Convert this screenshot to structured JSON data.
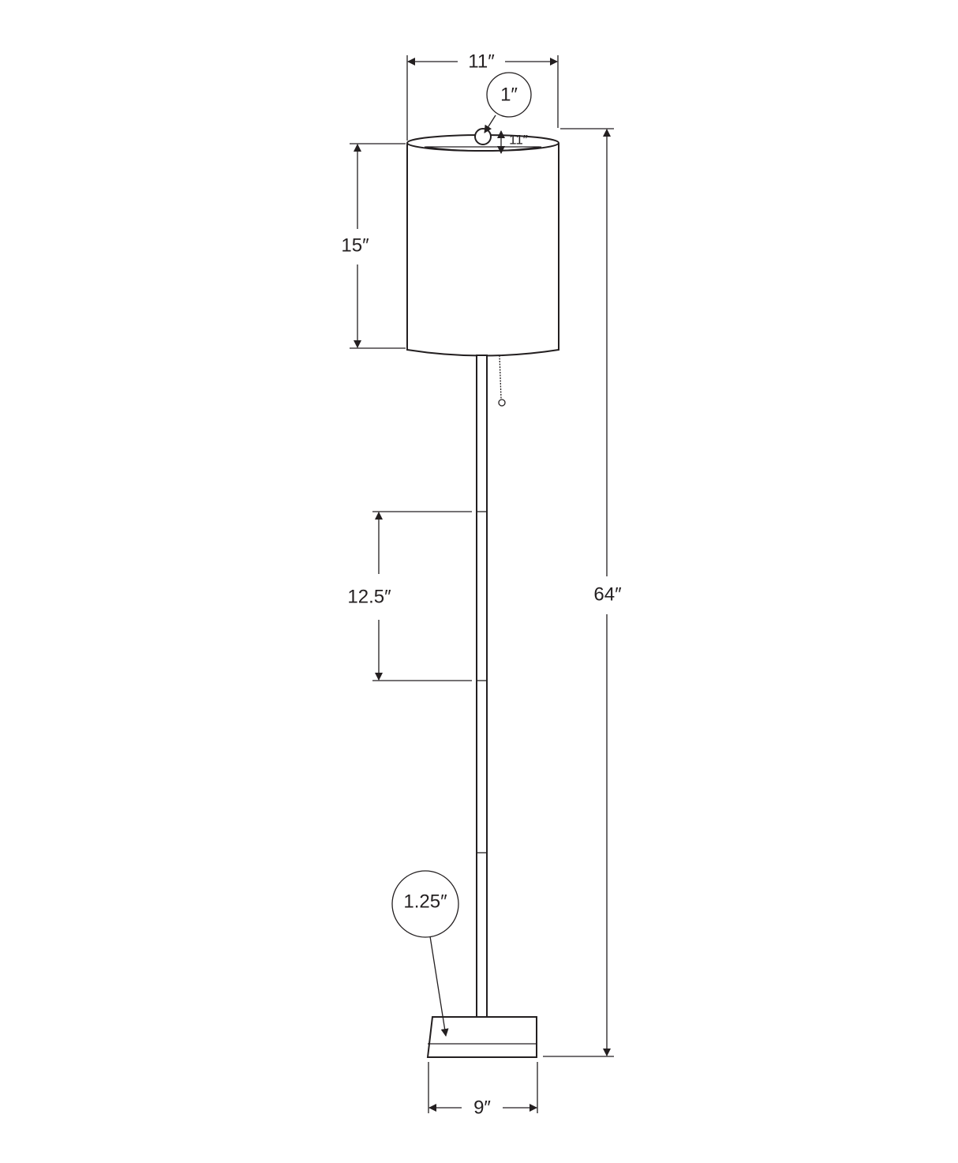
{
  "diagram": {
    "colors": {
      "line": "#231f20",
      "background": "#ffffff"
    },
    "dimensions": {
      "shade_width": "11″",
      "finial": "1″",
      "shade_top_depth": "11″",
      "shade_height": "15″",
      "pole_segment": "12.5″",
      "total_height": "64″",
      "pole_diameter": "1.25″",
      "base_width": "9″"
    }
  }
}
